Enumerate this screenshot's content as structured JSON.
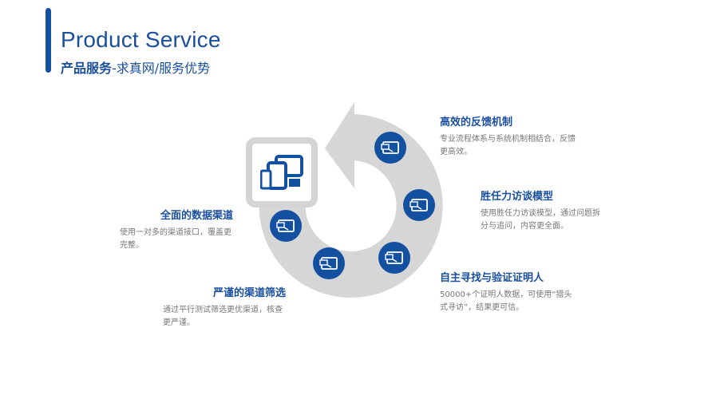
{
  "header": {
    "title": "Product Service",
    "subtitle_bold": "产品服务",
    "subtitle_rest": "-求真网/服务优势"
  },
  "colors": {
    "accent": "#1450a0",
    "ring": "#d6d6d6"
  },
  "center_icon": "devices-icon",
  "items": [
    {
      "title": "高效的反馈机制",
      "desc": "专业流程体系与系统机制相结合，反馈更高效。",
      "icon": "tablet-icon"
    },
    {
      "title": "胜任力访谈模型",
      "desc": "使用胜任力访谈模型，通过问题拆分与追问，内容更全面。",
      "icon": "tablet-icon"
    },
    {
      "title": "自主寻找与验证证明人",
      "desc": "50000+个证明人数据，可使用“猎头式寻访”，结果更可信。",
      "icon": "tablet-icon"
    },
    {
      "title": "严谨的渠道筛选",
      "desc": "通过平行测试筛选更优渠道，核查更严谨。",
      "icon": "tablet-icon"
    },
    {
      "title": "全面的数据渠道",
      "desc": "使用一对多的渠道接口，覆盖更完整。",
      "icon": "tablet-icon"
    }
  ]
}
